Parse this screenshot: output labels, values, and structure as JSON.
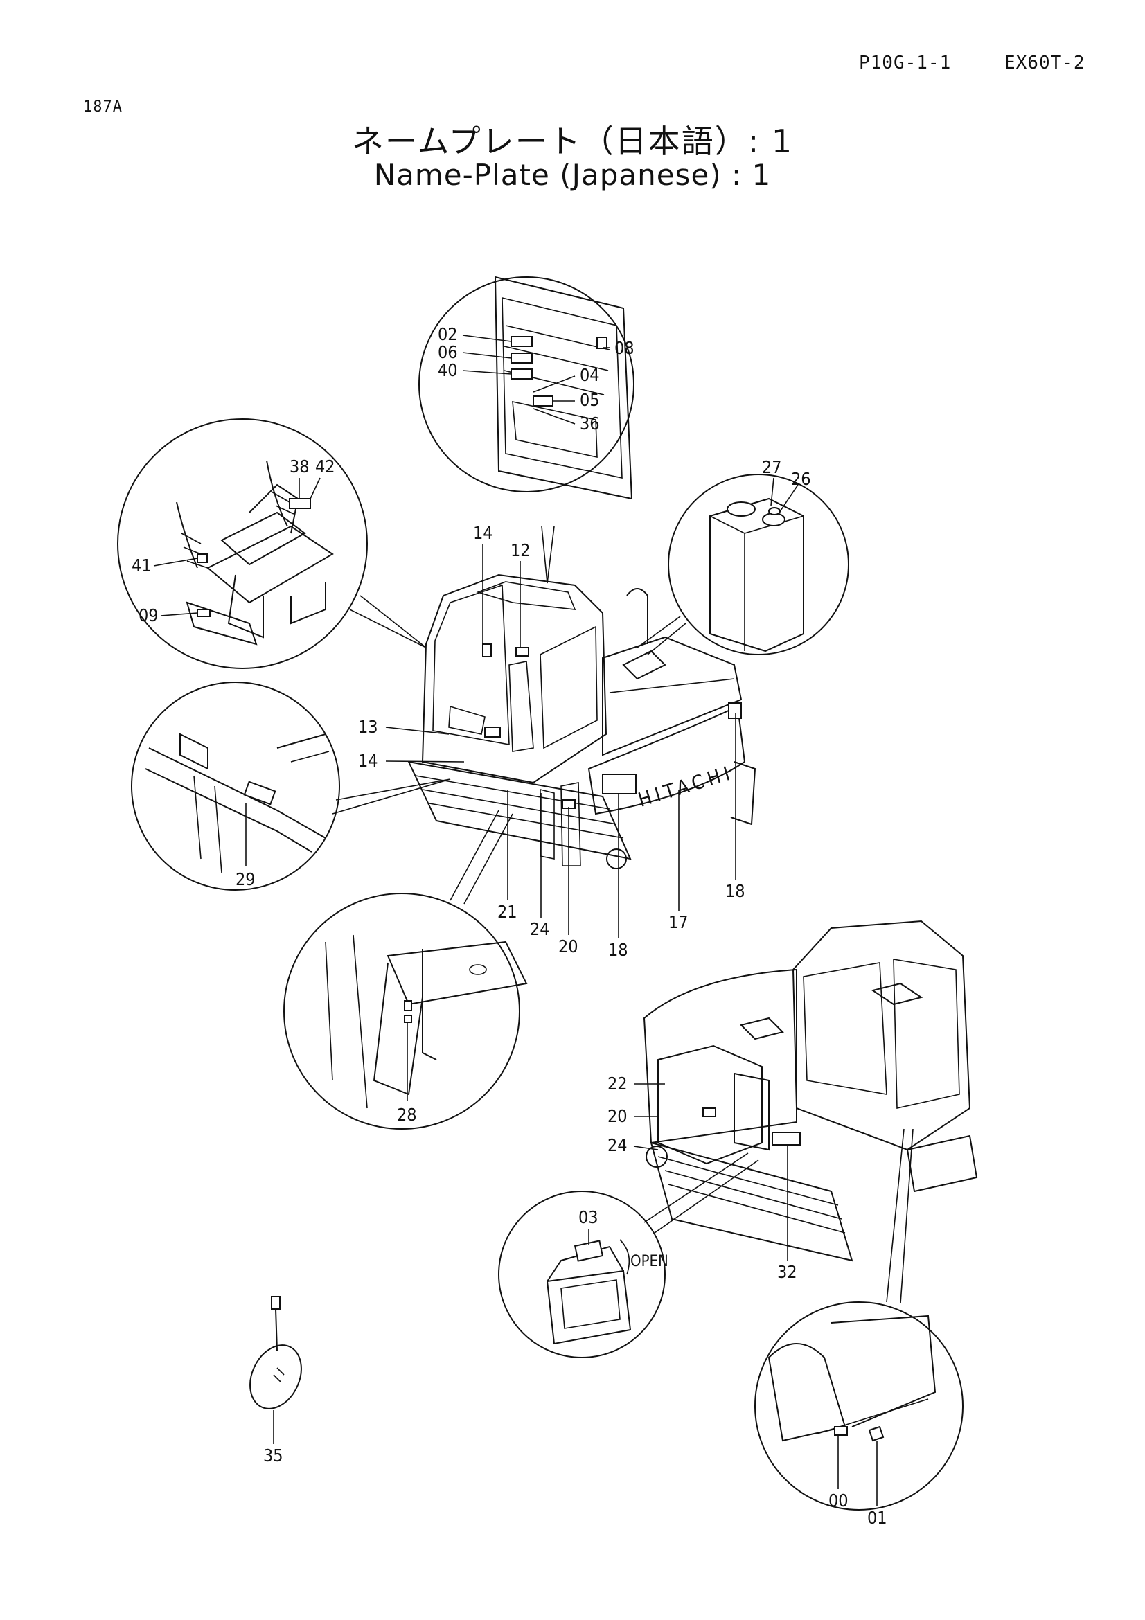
{
  "header": {
    "page_code": "P10G-1-1",
    "model": "EX60T-2",
    "figure_code": "187A"
  },
  "title": {
    "japanese": "ネームプレート（日本語）: 1",
    "english": "Name-Plate (Japanese) : 1"
  },
  "machine": {
    "brand_text": "HITACHI",
    "open_label": "OPEN"
  },
  "callouts": {
    "c00": "00",
    "c01": "01",
    "c02": "02",
    "c03": "03",
    "c04": "04",
    "c05": "05",
    "c06": "06",
    "c08": "08",
    "c09": "09",
    "c12": "12",
    "c13": "13",
    "c14a": "14",
    "c14b": "14",
    "c17": "17",
    "c18a": "18",
    "c18b": "18",
    "c20a": "20",
    "c20b": "20",
    "c21": "21",
    "c22": "22",
    "c24a": "24",
    "c24b": "24",
    "c26": "26",
    "c27": "27",
    "c28": "28",
    "c29": "29",
    "c32": "32",
    "c35": "35",
    "c36": "36",
    "c38": "38",
    "c40": "40",
    "c41": "41",
    "c42": "42"
  }
}
